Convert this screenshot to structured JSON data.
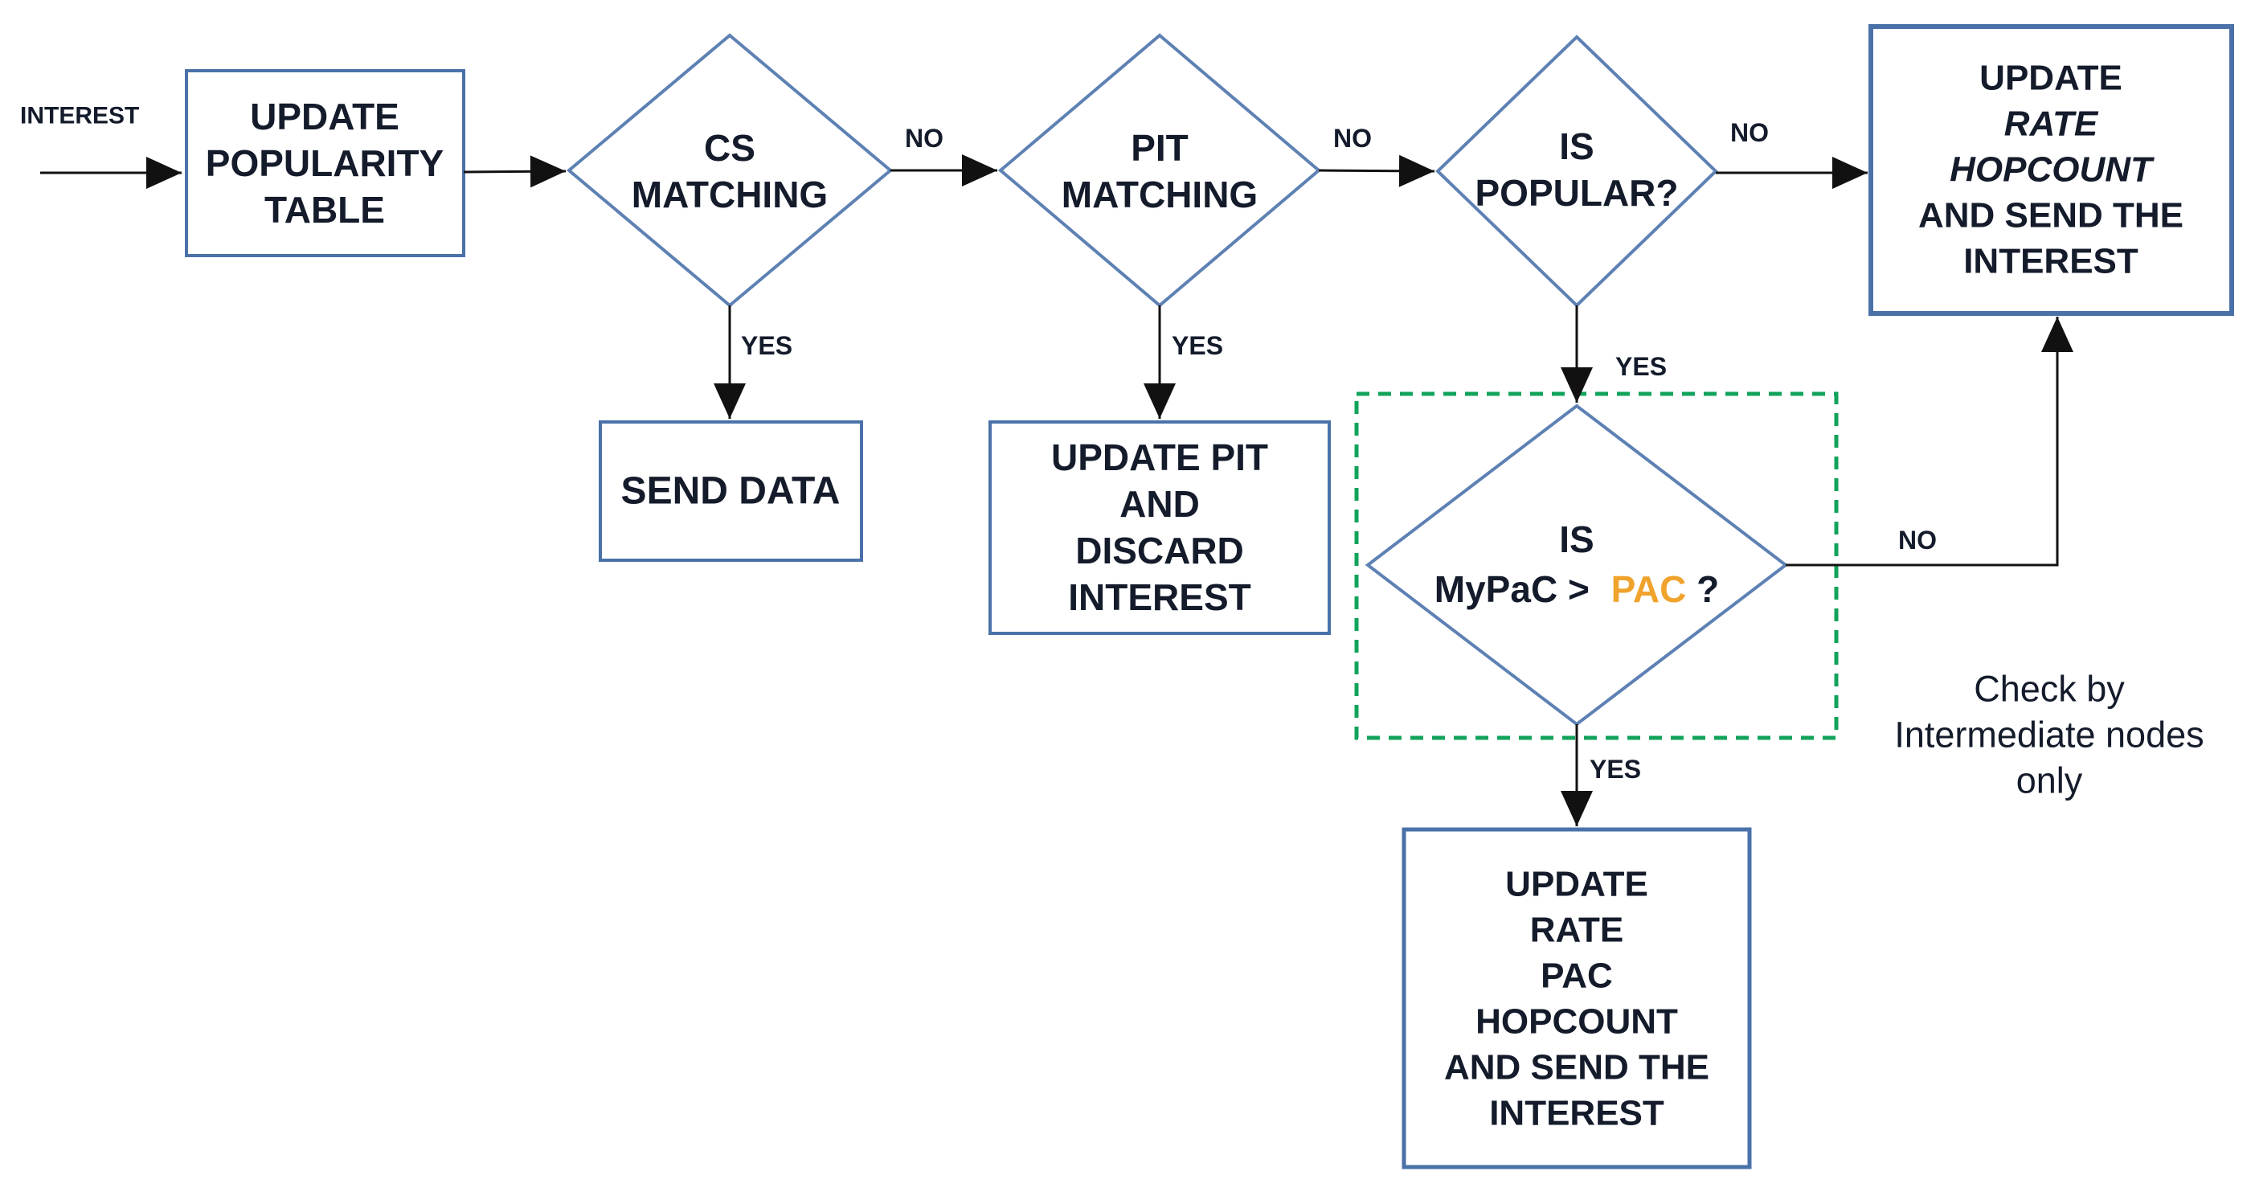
{
  "palette": {
    "box_border": "#4a72a9",
    "diamond_border": "#5e81b4",
    "arrow": "#111111",
    "text_dark": "#141b2b",
    "orange_italic": "#ED7D31",
    "amber": "#F0A32C",
    "green": "#12A35B"
  },
  "labels": {
    "interest": "INTEREST",
    "cs_no": "NO",
    "cs_yes": "YES",
    "pit_no": "NO",
    "pit_yes": "YES",
    "popular_no": "NO",
    "popular_yes": "YES",
    "mypac_no": "NO",
    "mypac_yes": "YES"
  },
  "nodes": {
    "update_popularity_table": {
      "line1": "UPDATE",
      "line2": "POPULARITY",
      "line3": "TABLE"
    },
    "cs_matching": {
      "line1": "CS",
      "line2": "MATCHING"
    },
    "send_data": {
      "line1": "SEND DATA"
    },
    "pit_matching": {
      "line1": "PIT",
      "line2": "MATCHING"
    },
    "update_pit_discard": {
      "line1": "UPDATE PIT",
      "line2": "AND",
      "line3": "DISCARD",
      "line4": "INTEREST"
    },
    "is_popular": {
      "line1": "IS",
      "line2": "POPULAR?"
    },
    "update_rate_hopcount": {
      "line1": "UPDATE",
      "line2": "RATE",
      "line3": "HOPCOUNT",
      "line4": "AND SEND THE",
      "line5": "INTEREST"
    },
    "is_mypac_gt_pac": {
      "line1": "IS",
      "line2_prefix": "MyPaC >",
      "line2_pac": "PAC",
      "line2_suffix": "?"
    },
    "update_rate_pac_hopcount": {
      "line1": "UPDATE",
      "line2": "RATE",
      "line3": "PAC",
      "line4": "HOPCOUNT",
      "line5": "AND SEND THE",
      "line6": "INTEREST"
    }
  },
  "annotation": {
    "line1": "Check by",
    "line2": "Intermediate nodes",
    "line3": "only"
  }
}
